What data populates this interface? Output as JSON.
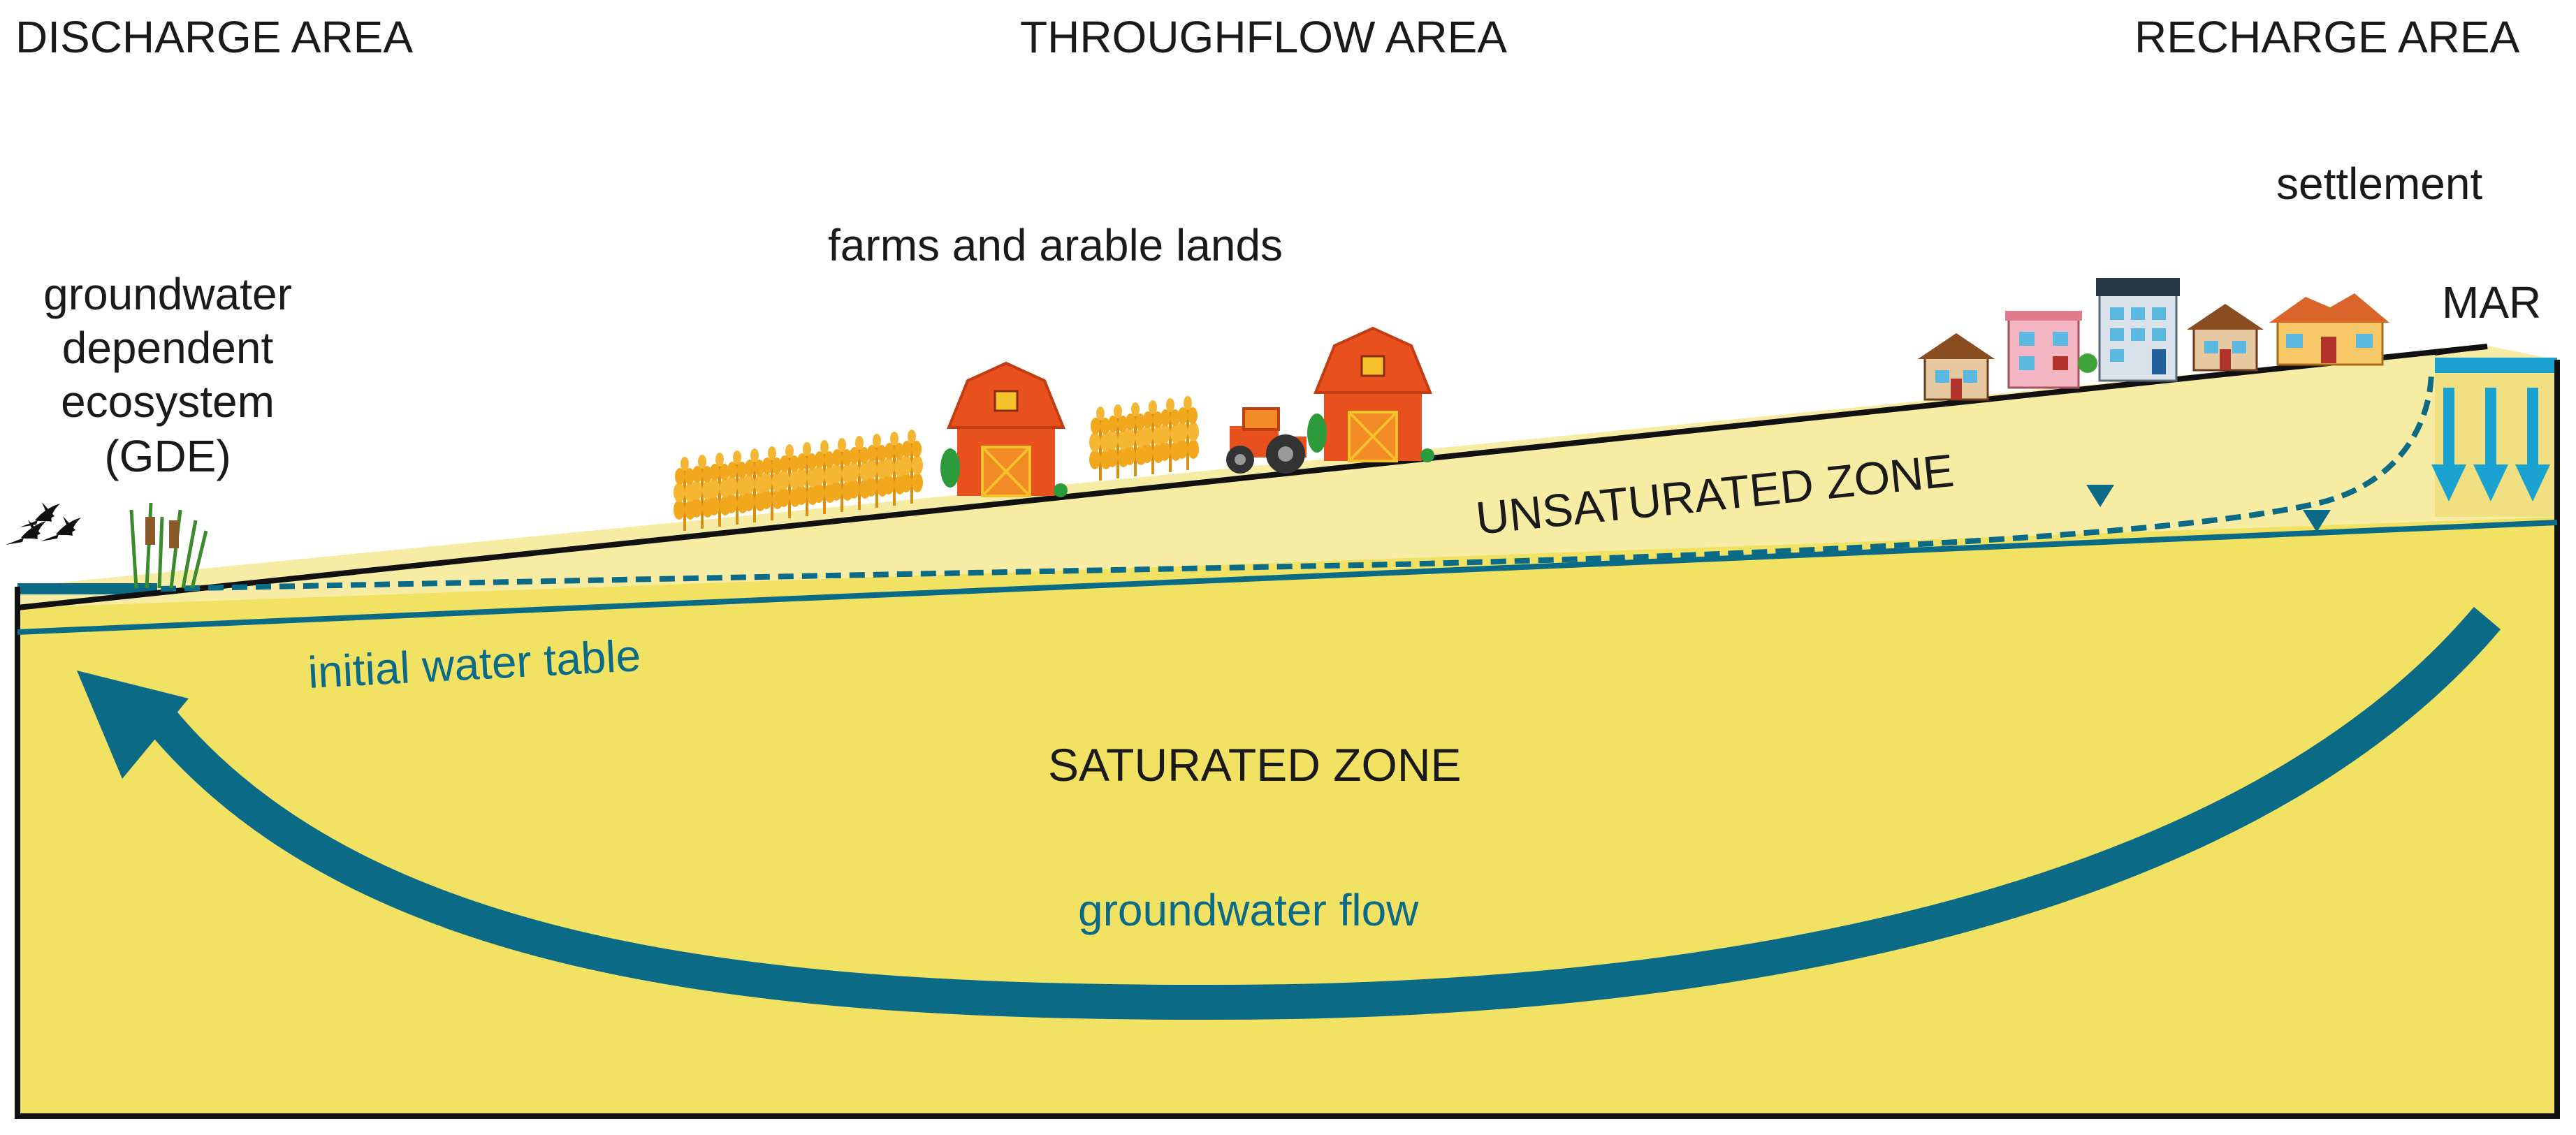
{
  "areas": {
    "discharge": "DISCHARGE AREA",
    "throughflow": "THROUGHFLOW AREA",
    "recharge": "RECHARGE AREA"
  },
  "annotations": {
    "settlement": "settlement",
    "farms": "farms and arable lands",
    "mar": "MAR",
    "gde_line1": "groundwater",
    "gde_line2": "dependent",
    "gde_line3": "ecosystem",
    "gde_line4": "(GDE)"
  },
  "zones": {
    "unsaturated": "UNSATURATED ZONE",
    "saturated": "SATURATED ZONE"
  },
  "flow": {
    "initial_water_table": "initial water table",
    "groundwater_flow": "groundwater flow"
  },
  "colors": {
    "saturated": "#f2e263",
    "unsaturated": "#f6eca4",
    "water": "#0b6a86",
    "mar_arrows": "#1aa3d1",
    "barn": "#e8501d",
    "wheat": "#f2a81d"
  },
  "icons": [
    "birds-icon",
    "reeds-icon",
    "wheat-icon",
    "barn-icon",
    "tractor-icon",
    "house-icon",
    "recharge-arrow-icon",
    "water-table-marker-icon"
  ]
}
